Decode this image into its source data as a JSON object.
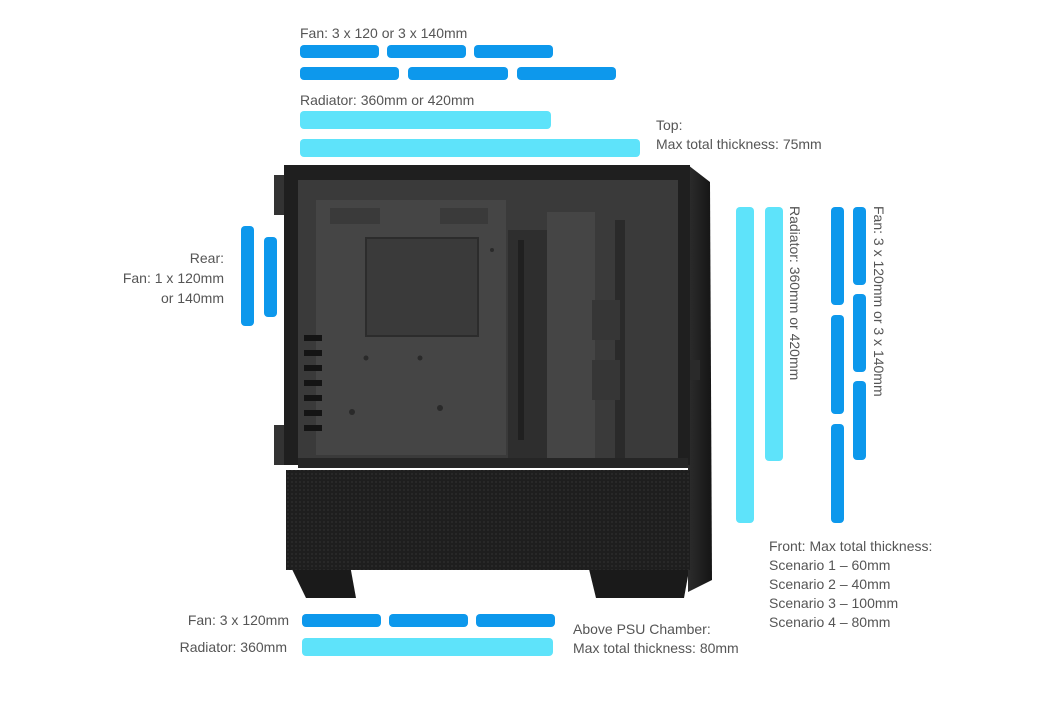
{
  "colors": {
    "fan": "#0d98ec",
    "radiator": "#5ee3fa",
    "text": "#555555",
    "case": "#2a2a2a"
  },
  "top": {
    "fan_label": "Fan: 3 x 120 or 3 x 140mm",
    "radiator_label": "Radiator: 360mm or 420mm",
    "thickness_title": "Top:",
    "thickness_value": "Max total thickness: 75mm"
  },
  "rear": {
    "title": "Rear:",
    "line1": "Fan: 1 x 120mm",
    "line2": "or 140mm"
  },
  "front": {
    "radiator_label": "Radiator: 360mm or 420mm",
    "fan_label": "Fan: 3 x 120mm or 3 x 140mm",
    "thickness_title": "Front: Max total thickness:",
    "scenarios": [
      "Scenario 1 – 60mm",
      "Scenario 2 – 40mm",
      "Scenario 3 – 100mm",
      "Scenario 4 – 80mm"
    ]
  },
  "bottom": {
    "fan_label": "Fan: 3 x 120mm",
    "radiator_label": "Radiator: 360mm",
    "thickness_title": "Above PSU Chamber:",
    "thickness_value": "Max total thickness: 80mm"
  }
}
